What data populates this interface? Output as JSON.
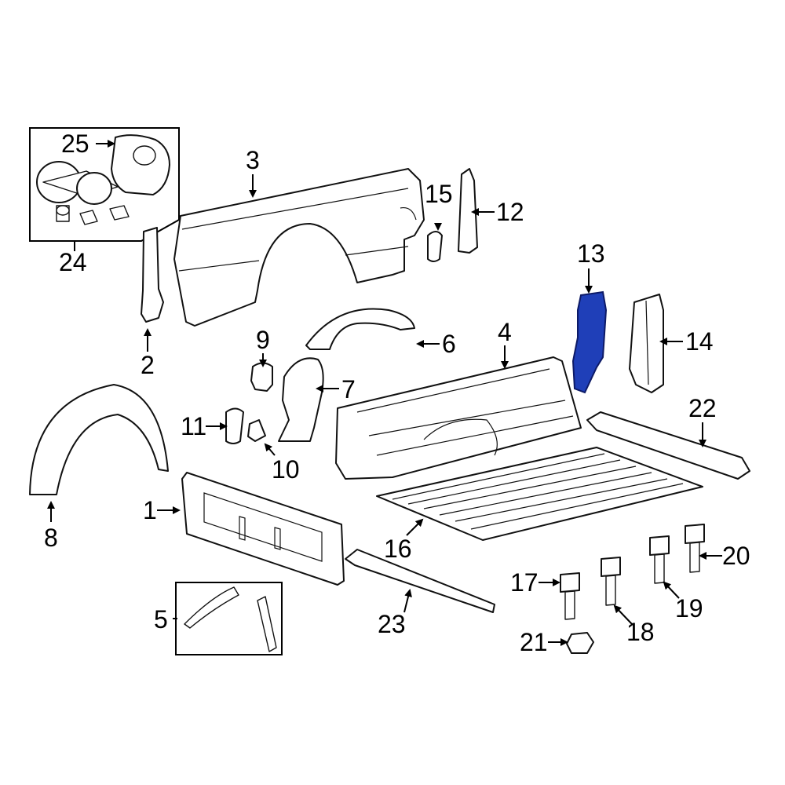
{
  "diagram": {
    "highlight_color": "#1f3fb8",
    "highlighted_part": "13",
    "callouts": [
      {
        "id": "c1",
        "label": "1"
      },
      {
        "id": "c2",
        "label": "2"
      },
      {
        "id": "c3",
        "label": "3"
      },
      {
        "id": "c4",
        "label": "4"
      },
      {
        "id": "c5",
        "label": "5"
      },
      {
        "id": "c6",
        "label": "6"
      },
      {
        "id": "c7",
        "label": "7"
      },
      {
        "id": "c8",
        "label": "8"
      },
      {
        "id": "c9",
        "label": "9"
      },
      {
        "id": "c10",
        "label": "10"
      },
      {
        "id": "c11",
        "label": "11"
      },
      {
        "id": "c12",
        "label": "12"
      },
      {
        "id": "c13",
        "label": "13"
      },
      {
        "id": "c14",
        "label": "14"
      },
      {
        "id": "c15",
        "label": "15"
      },
      {
        "id": "c16",
        "label": "16"
      },
      {
        "id": "c17",
        "label": "17"
      },
      {
        "id": "c18",
        "label": "18"
      },
      {
        "id": "c19",
        "label": "19"
      },
      {
        "id": "c20",
        "label": "20"
      },
      {
        "id": "c21",
        "label": "21"
      },
      {
        "id": "c22",
        "label": "22"
      },
      {
        "id": "c23",
        "label": "23"
      },
      {
        "id": "c24",
        "label": "24"
      },
      {
        "id": "c25",
        "label": "25"
      }
    ]
  }
}
